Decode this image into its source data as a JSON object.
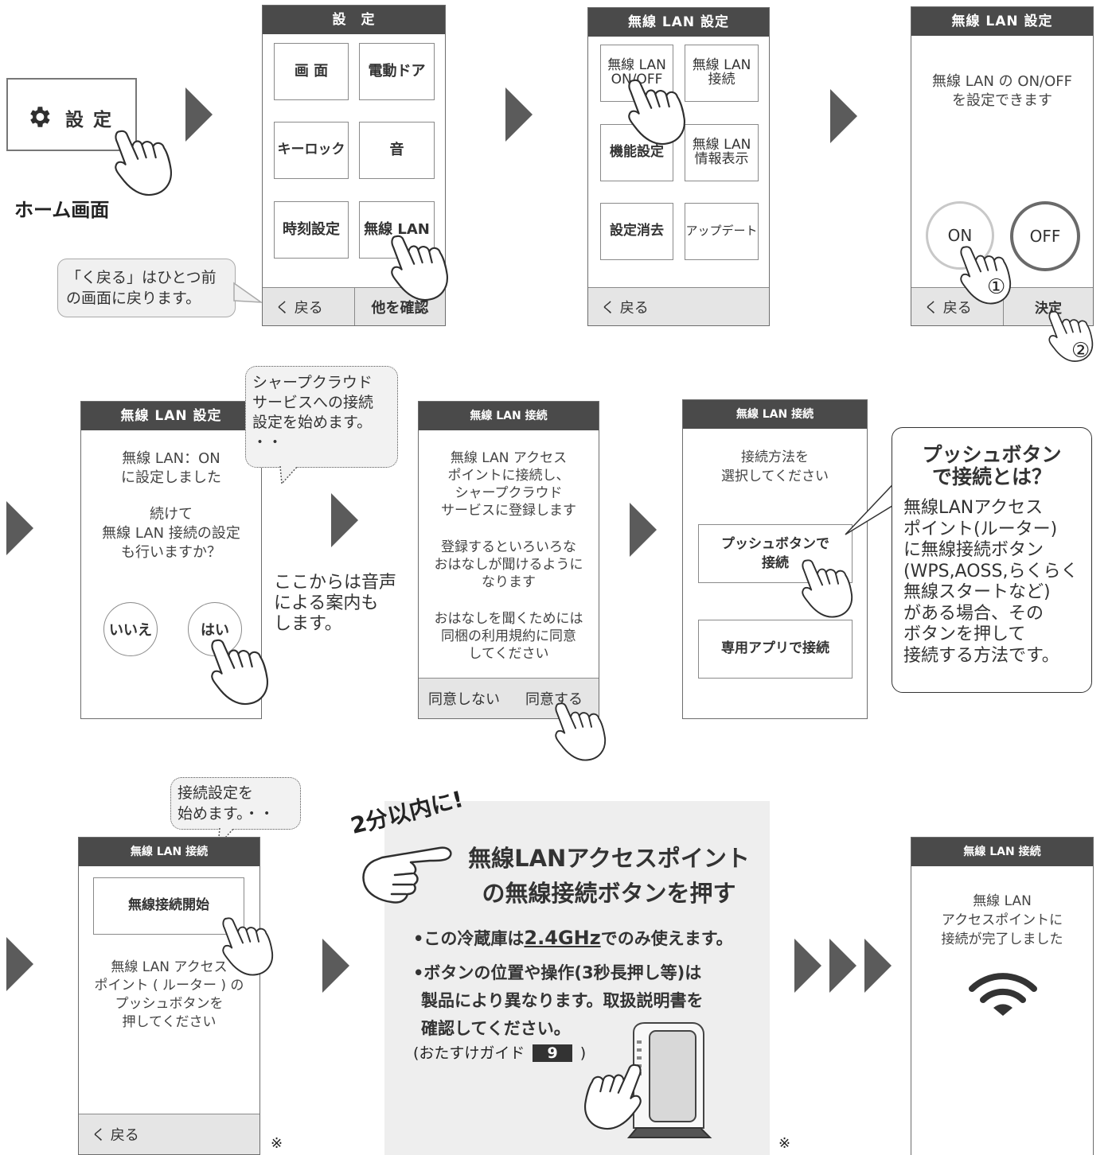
{
  "home": {
    "settings_button": "設 定",
    "caption": "ホーム画面"
  },
  "back_note": "「く戻る」はひとつ前の画面に戻ります。",
  "settings_screen": {
    "title": "設　定",
    "tiles": [
      "画 面",
      "電動ドア",
      "キーロック",
      "音",
      "時刻設定",
      "無線 LAN"
    ],
    "back": "く 戻る",
    "other": "他を確認"
  },
  "wlan_menu": {
    "title": "無線 LAN 設定",
    "tiles": [
      "無線 LAN ON/OFF",
      "無線 LAN 接続",
      "機能設定",
      "無線 LAN 情報表示",
      "設定消去",
      "アップデート"
    ],
    "back": "く 戻る"
  },
  "onoff_screen": {
    "title": "無線 LAN 設定",
    "message": [
      "無線 LAN の ON/OFF",
      "を設定できます"
    ],
    "on": "ON",
    "off": "OFF",
    "back": "く 戻る",
    "confirm": "決定",
    "step1": "①",
    "step2": "②"
  },
  "confirm_on_screen": {
    "title": "無線 LAN 設定",
    "message1": [
      "無線 LAN：ON",
      "に設定しました"
    ],
    "message2": [
      "続けて",
      "無線 LAN 接続の設定",
      "も行いますか？"
    ],
    "no": "いいえ",
    "yes": "はい"
  },
  "cloud_bubble": [
    "シャープクラウド",
    "サービスへの接続",
    "設定を始めます。",
    "・・"
  ],
  "voice_note": [
    "ここからは音声",
    "による案内も",
    "します。"
  ],
  "terms_screen": {
    "title": "無線 LAN 接続",
    "p1": [
      "無線 LAN アクセス",
      "ポイントに接続し、",
      "シャープクラウド",
      "サービスに登録します"
    ],
    "p2": [
      "登録するといろいろな",
      "おはなしが聞けるように",
      "なります"
    ],
    "p3": [
      "おはなしを聞くためには",
      "同梱の利用規約に同意",
      "してください"
    ],
    "disagree": "同意しない",
    "agree": "同意する"
  },
  "method_screen": {
    "title": "無線 LAN 接続",
    "message": [
      "接続方法を",
      "選択してください"
    ],
    "push_button": [
      "プッシュボタンで",
      "接続"
    ],
    "app_button": "専用アプリで接続"
  },
  "push_info": {
    "title": [
      "プッシュボタン",
      "で接続とは？"
    ],
    "body": [
      "無線LANアクセス",
      "ポイント(ルーター)",
      "に無線接続ボタン",
      "(WPS,AOSS,らくらく",
      " 無線スタートなど)",
      "がある場合、その",
      "ボタンを押して",
      "接続する方法です。"
    ]
  },
  "start_bubble": [
    "接続設定を",
    "始めます。・・"
  ],
  "start_screen": {
    "title": "無線 LAN 接続",
    "start_button": "無線接続開始",
    "message": [
      "無線 LAN アクセス",
      "ポイント ( ルーター ) の",
      "プッシュボタンを",
      "押してください"
    ],
    "back": "く 戻る"
  },
  "router_panel": {
    "deadline": "2分以内に!",
    "heading": [
      "無線LANアクセスポイント",
      "の無線接続ボタンを押す"
    ],
    "bullet1_pre": "•この冷蔵庫は",
    "bullet1_em": "2.4GHz",
    "bullet1_post": "でのみ使えます。",
    "bullet2": [
      "•ボタンの位置や操作(3秒長押し等)は",
      "製品により異なります。取扱説明書を",
      "確認してください。"
    ],
    "guide_pre": "(おたすけガイド",
    "guide_num": "9",
    "guide_post": ")"
  },
  "asterisk": "※",
  "done_screen": {
    "title": "無線 LAN 接続",
    "message": [
      "無線 LAN",
      "アクセスポイントに",
      "接続が完了しました"
    ]
  },
  "colors": {
    "header": "#4a4a4a",
    "footer": "#e5e5e5",
    "panel": "#eeeeee",
    "arrow": "#5b5b5b"
  },
  "icons": [
    "gear-icon",
    "hand-pointer-icon",
    "play-arrow-icon",
    "wifi-icon",
    "router-icon"
  ]
}
